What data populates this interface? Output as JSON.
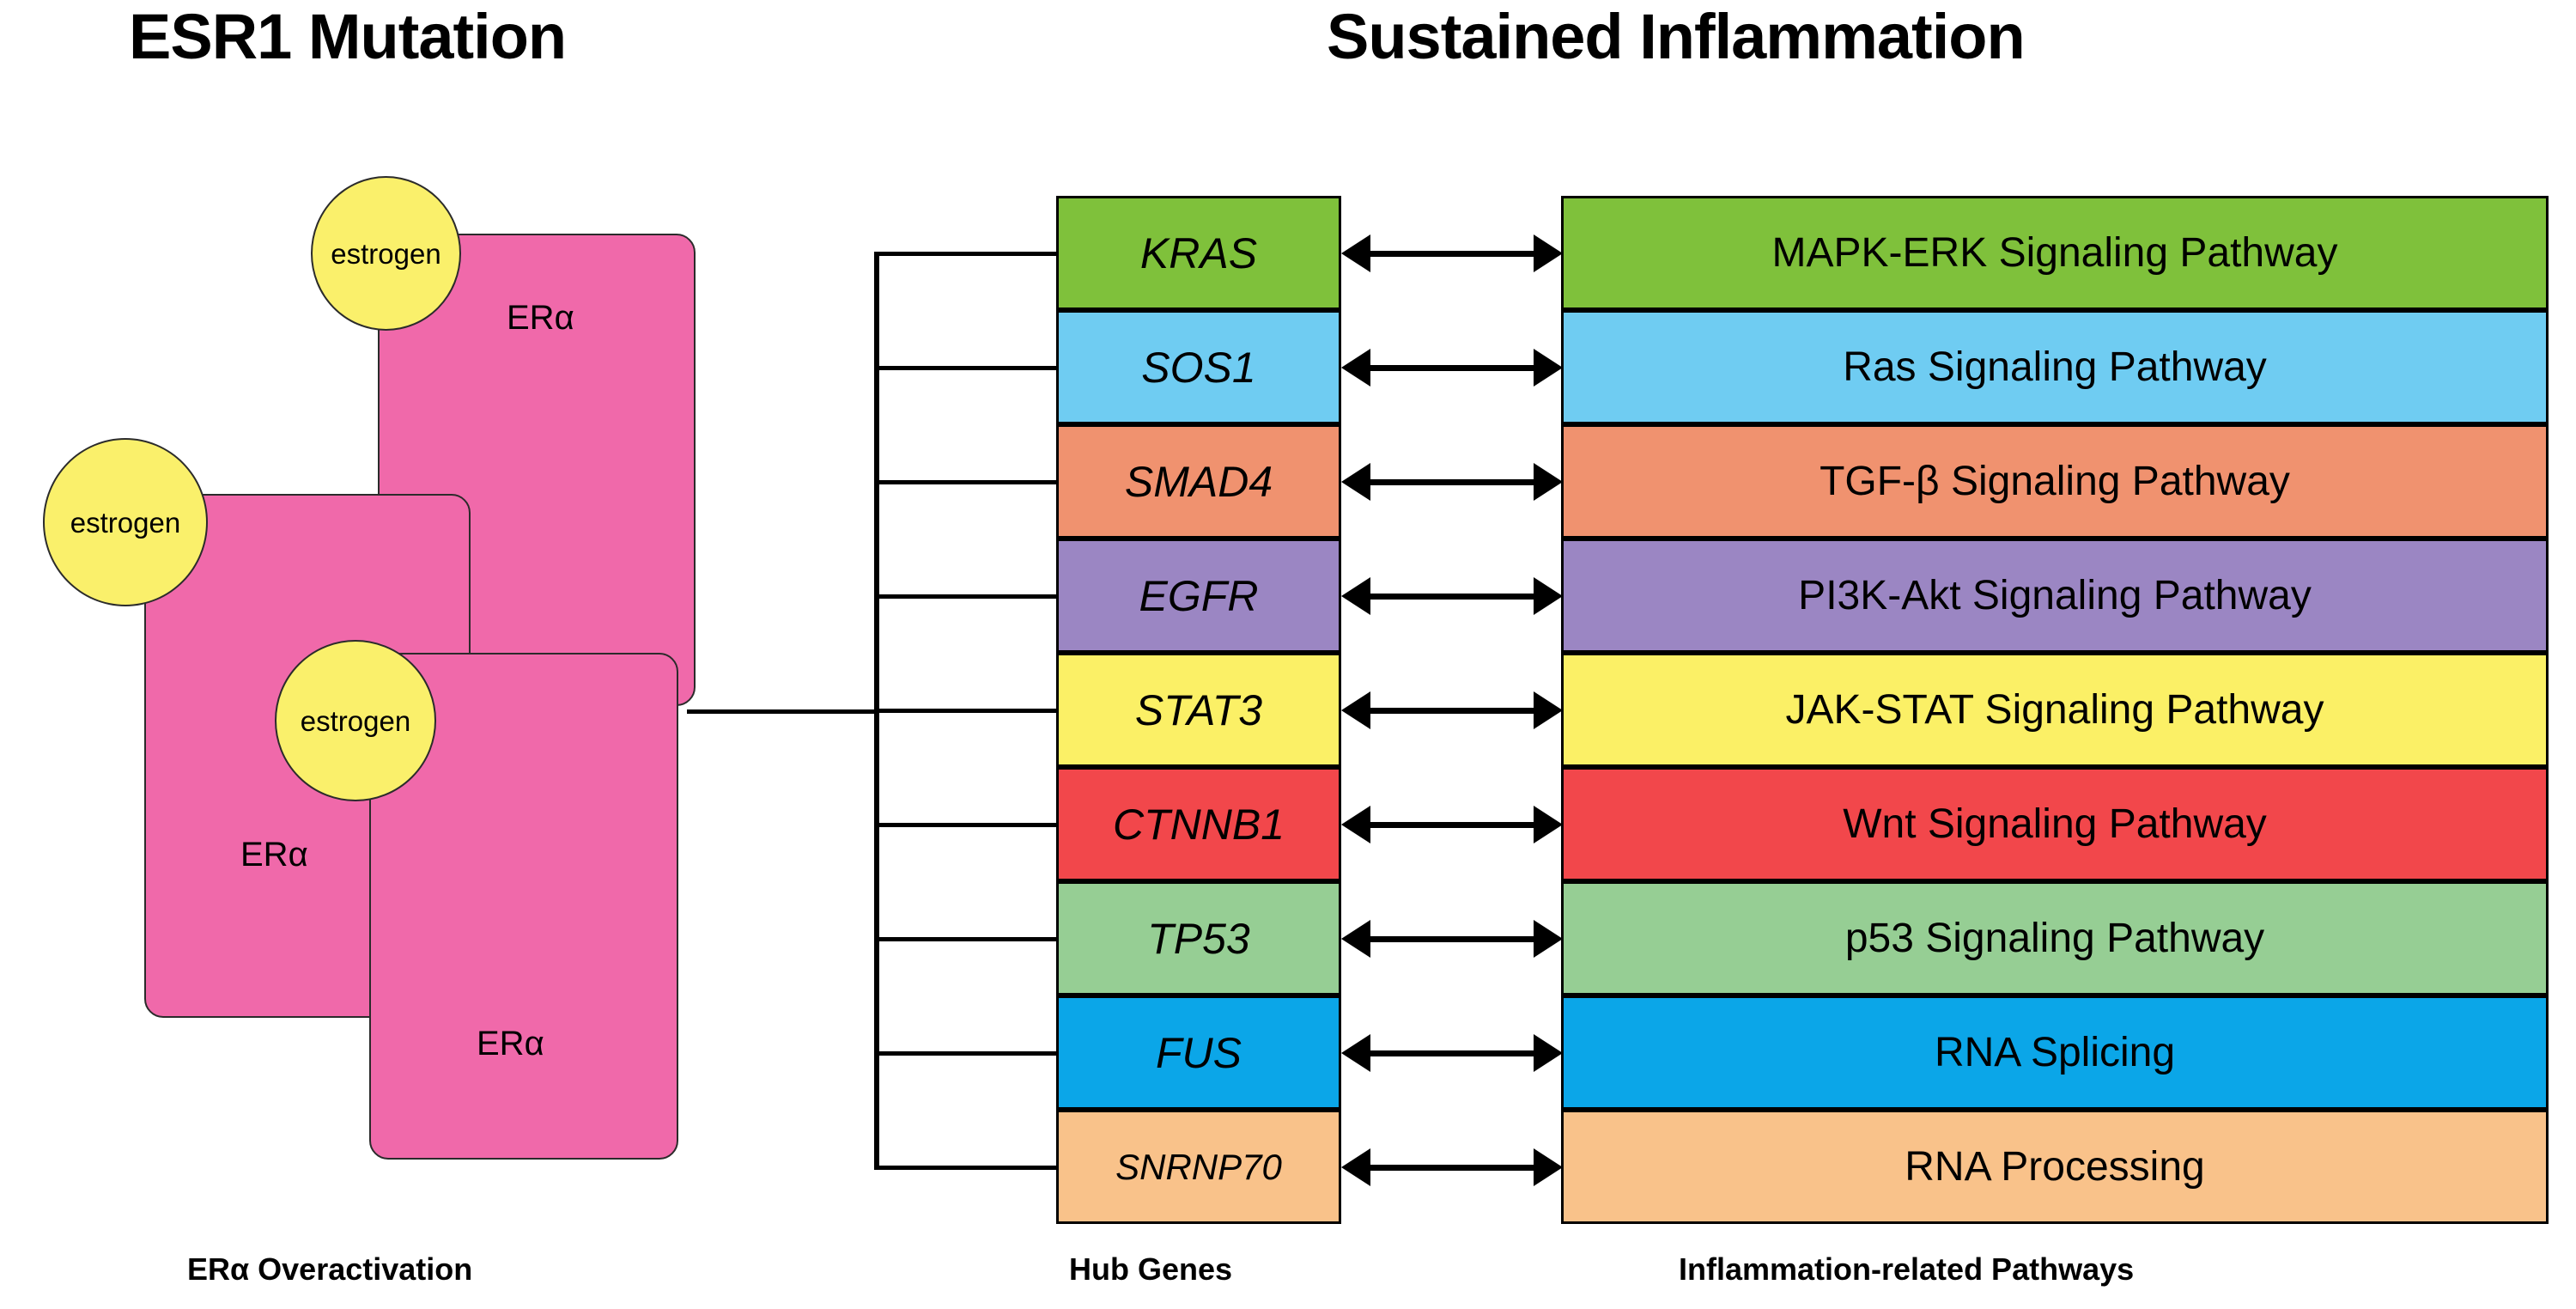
{
  "titles": {
    "left": "ESR1 Mutation",
    "right": "Sustained Inflammation"
  },
  "captions": {
    "receptor": "ERα Overactivation",
    "genes": "Hub Genes",
    "pathways": "Inflammation-related Pathways"
  },
  "receptor_panel": {
    "receptor_label": "ERα",
    "receptor_labels": [
      "ERα",
      "ERα",
      "ERα"
    ],
    "ligand_label": "estrogen",
    "ligands": [
      "estrogen",
      "estrogen",
      "estrogen"
    ],
    "receptor_color": "#F069AA",
    "ligand_color": "#FAF06B"
  },
  "rows": [
    {
      "gene": "KRAS",
      "pathway": "MAPK-ERK Signaling Pathway",
      "color": "#7FC13B",
      "arrow": "double-headed-arrow"
    },
    {
      "gene": "SOS1",
      "pathway": "Ras Signaling Pathway",
      "color": "#6FCCF2",
      "arrow": "double-headed-arrow"
    },
    {
      "gene": "SMAD4",
      "pathway": "TGF-β Signaling Pathway",
      "color": "#F0926F",
      "arrow": "double-headed-arrow"
    },
    {
      "gene": "EGFR",
      "pathway": "PI3K-Akt Signaling Pathway",
      "color": "#9B86C3",
      "arrow": "double-headed-arrow"
    },
    {
      "gene": "STAT3",
      "pathway": "JAK-STAT Signaling Pathway",
      "color": "#FBF066",
      "arrow": "double-headed-arrow"
    },
    {
      "gene": "CTNNB1",
      "pathway": "Wnt Signaling Pathway",
      "color": "#F2474B",
      "arrow": "double-headed-arrow"
    },
    {
      "gene": "TP53",
      "pathway": "p53 Signaling Pathway",
      "color": "#96CE94",
      "arrow": "double-headed-arrow"
    },
    {
      "gene": "FUS",
      "pathway": "RNA Splicing",
      "color": "#0BA6E8",
      "arrow": "double-headed-arrow"
    },
    {
      "gene": "SNRNP70",
      "pathway": "RNA Processing",
      "color": "#F9C28A",
      "arrow": "double-headed-arrow"
    }
  ]
}
